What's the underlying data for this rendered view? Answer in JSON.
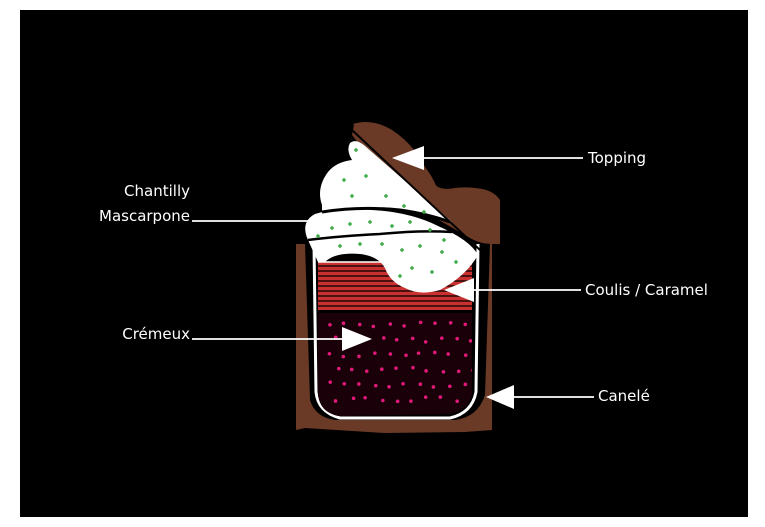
{
  "labels": {
    "topping": "Topping",
    "chantilly_line1": "Chantilly",
    "chantilly_line2": "Mascarpone",
    "coulis": "Coulis / Caramel",
    "cremeux": "Crémeux",
    "canele": "Canelé"
  },
  "colors": {
    "background": "#000000",
    "canele": "#6b3a26",
    "cream": "#ffffff",
    "cream_dots": "#3fae49",
    "coulis": "#c8312f",
    "cremeux": "#1a0008",
    "cremeux_dots": "#e0197a",
    "labels": "#ffffff"
  }
}
